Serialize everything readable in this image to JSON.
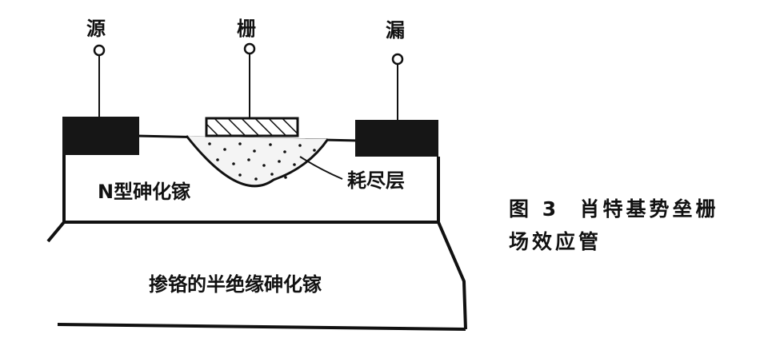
{
  "labels": {
    "source": "源",
    "gate": "栅",
    "drain": "漏",
    "depletion": "耗尽层",
    "n_gaas": "N型砷化镓",
    "substrate": "掺铬的半绝缘砷化镓"
  },
  "caption": {
    "line1": "图 3  肖特基势垒栅",
    "line2": "场效应管"
  },
  "colors": {
    "ink": "#111111",
    "background": "#ffffff"
  }
}
